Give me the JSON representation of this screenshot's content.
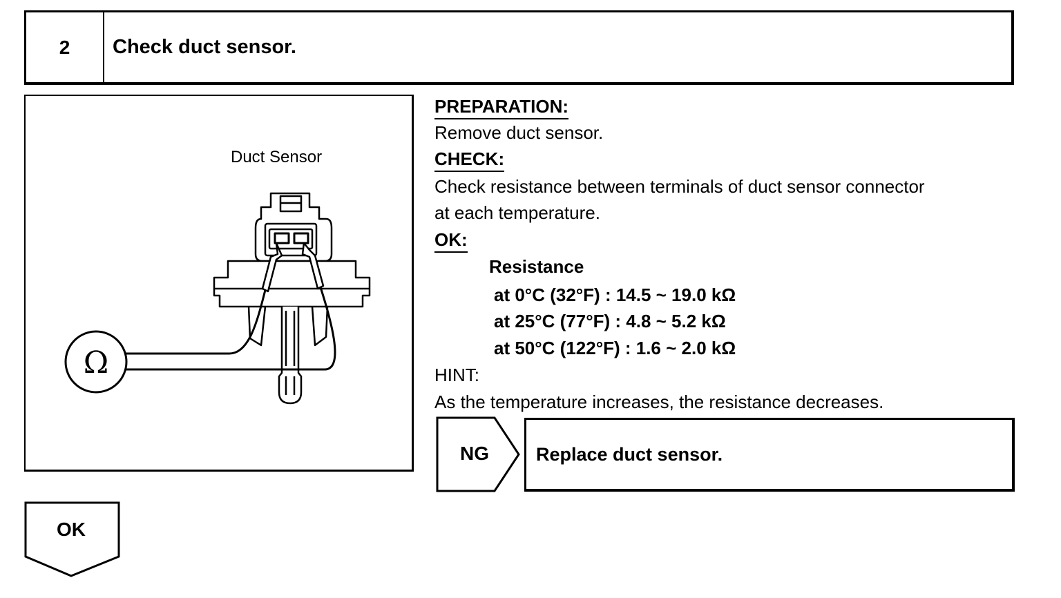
{
  "step": {
    "number": "2",
    "title": "Check duct sensor."
  },
  "illustration": {
    "label": "Duct Sensor",
    "ohmmeter_symbol": "Ω"
  },
  "procedure": {
    "preparation_heading": "PREPARATION:",
    "preparation_text": "Remove duct sensor.",
    "check_heading": "CHECK:",
    "check_text_line1": "Check resistance between terminals of duct sensor connector",
    "check_text_line2": "at each temperature.",
    "ok_heading": "OK:",
    "resistance_label": "Resistance",
    "specs": [
      "at 0°C (32°F) : 14.5 ~ 19.0 kΩ",
      "at 25°C (77°F) : 4.8 ~ 5.2 kΩ",
      "at 50°C (122°F) : 1.6 ~ 2.0 kΩ"
    ],
    "hint_label": "HINT:",
    "hint_text": "As the temperature increases, the resistance decreases."
  },
  "ng_branch": {
    "label": "NG",
    "action": "Replace duct sensor."
  },
  "ok_branch": {
    "label": "OK"
  }
}
